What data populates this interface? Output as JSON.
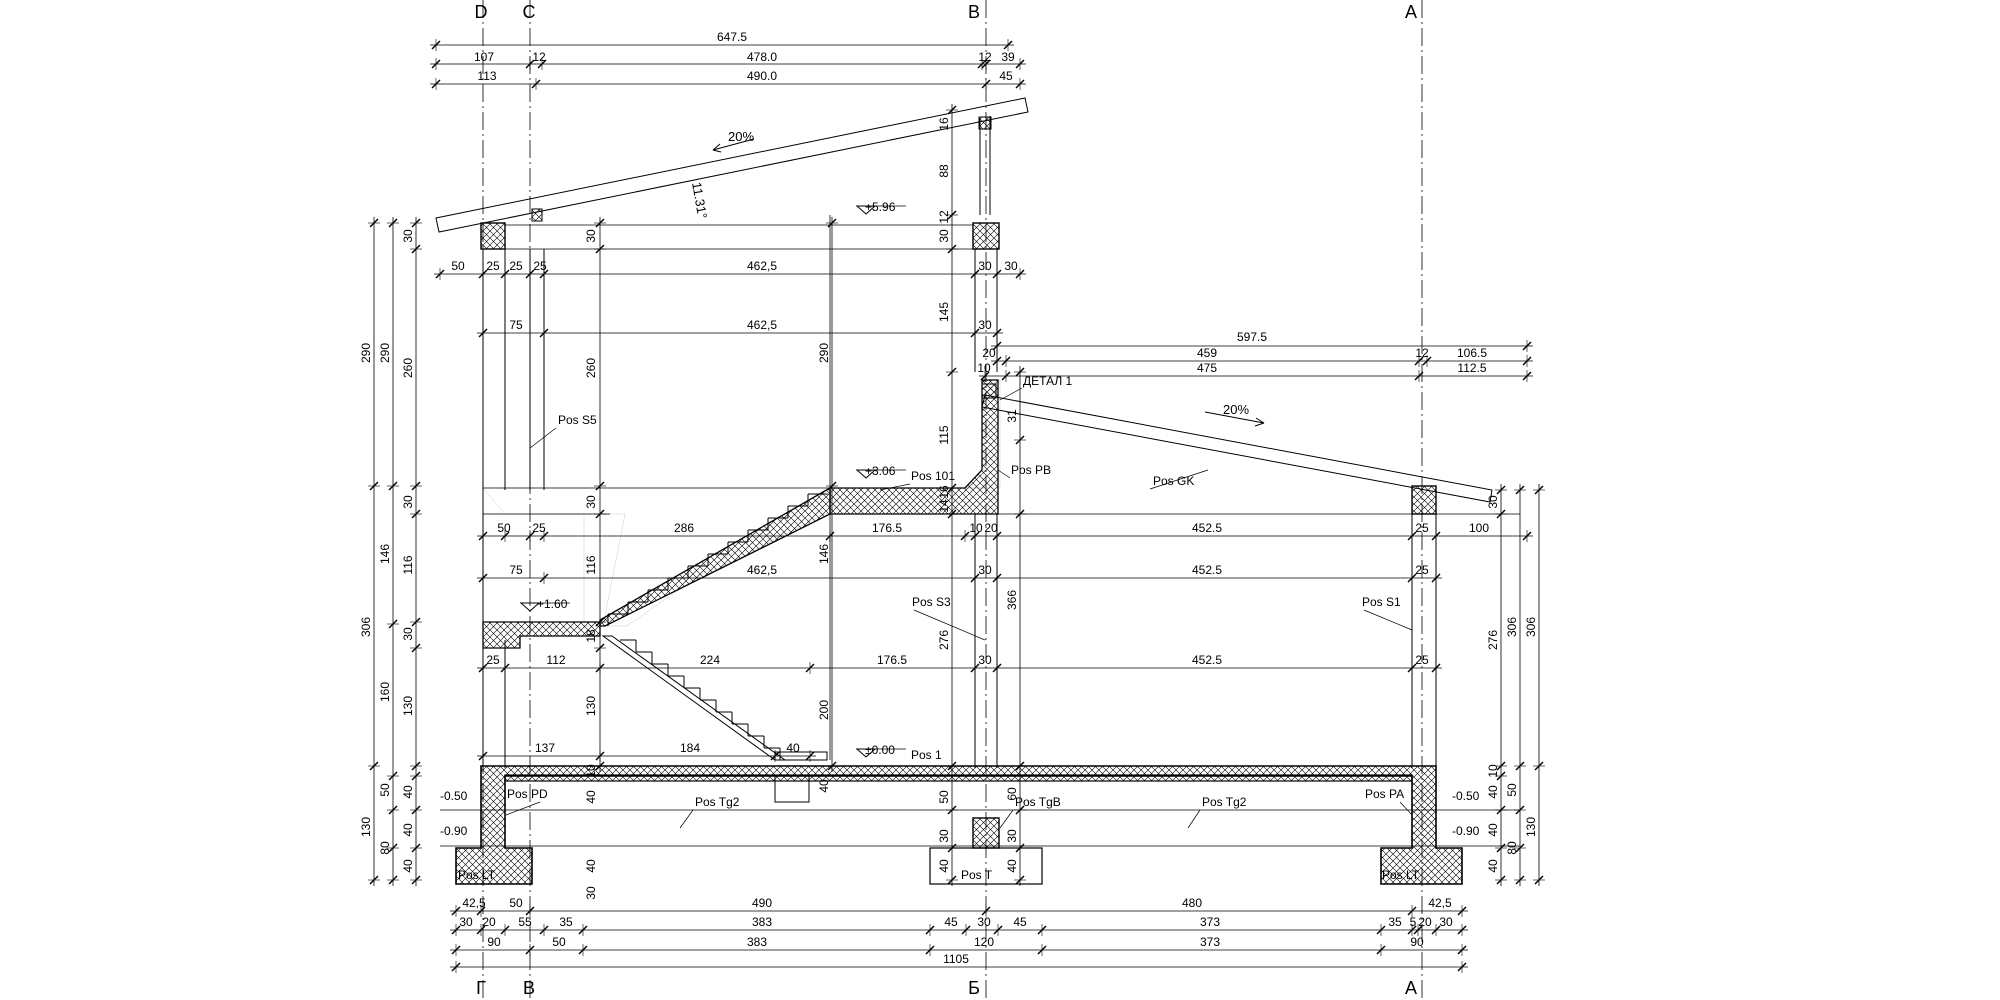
{
  "drawing": {
    "axes_top": [
      "D",
      "C",
      "B",
      "A"
    ],
    "axes_bottom": [
      "Г",
      "В",
      "Б",
      "А"
    ],
    "top_dims": {
      "overall": "647.5",
      "row1": [
        "107",
        "12",
        "478.0",
        "12",
        "39"
      ],
      "row2": [
        "113",
        "490.0",
        "45"
      ]
    },
    "roof": {
      "slope_left": "20%",
      "angle": "11.31°",
      "slope_right": "20%"
    },
    "levels": [
      "+5.96",
      "+3.06",
      "+1.60",
      "±0.00",
      "-0.50",
      "-0.90",
      "-0.50",
      "-0.90"
    ],
    "positions": [
      "Pos S5",
      "Pos 101",
      "Pos PB",
      "ДЕТАЛ 1",
      "Pos GK",
      "Pos S3",
      "Pos S1",
      "Pos 1",
      "Pos PD",
      "Pos Tg2",
      "Pos TgB",
      "Pos Tg2",
      "Pos PA",
      "Pos LT",
      "Pos T",
      "Pos LT"
    ],
    "left_vertical_dims": {
      "outer": [
        "290",
        "306",
        "130"
      ],
      "middle": [
        "290",
        "146",
        "160"
      ],
      "inner": [
        "30",
        "260",
        "30",
        "116",
        "30",
        "130",
        "50",
        "40",
        "40",
        "80",
        "40"
      ]
    },
    "right_vertical_dims": {
      "inner": [
        "276",
        "40",
        "80",
        "40"
      ],
      "middle": [
        "306",
        "50",
        "40"
      ],
      "outer": [
        "306",
        "130"
      ]
    },
    "upper_floor_dims": {
      "row_a": [
        "50",
        "25",
        "25",
        "25",
        "462,5",
        "30",
        "30"
      ],
      "row_b": [
        "75",
        "462,5",
        "30"
      ],
      "right_roof": [
        "597.5",
        "20",
        "459",
        "12",
        "106.5",
        "10",
        "475",
        "112.5"
      ]
    },
    "ground_floor_dims": {
      "row_a": [
        "50",
        "25",
        "286",
        "176.5",
        "10",
        "20",
        "452.5",
        "25",
        "100"
      ],
      "row_b": [
        "75",
        "462,5",
        "30",
        "452.5",
        "25"
      ],
      "row_c": [
        "25",
        "112",
        "224",
        "176.5",
        "30",
        "452.5",
        "25"
      ],
      "row_d": [
        "137",
        "184",
        "40"
      ]
    },
    "interior_vertical_dims": [
      "30",
      "260",
      "30",
      "116",
      "18",
      "130",
      "30",
      "290",
      "146",
      "200",
      "145",
      "115",
      "31",
      "16",
      "14",
      "276",
      "366",
      "88",
      "12",
      "16",
      "30",
      "50",
      "40",
      "30",
      "60",
      "30",
      "40",
      "40",
      "40",
      "10",
      "10",
      "30",
      "40"
    ],
    "foundation_dims": {
      "row1": [
        "42,5",
        "50",
        "490",
        "480",
        "42,5"
      ],
      "row2": [
        "30",
        "20",
        "55",
        "35",
        "383",
        "45",
        "30",
        "45",
        "373",
        "35",
        "5",
        "20",
        "30"
      ],
      "row3": [
        "90",
        "50",
        "383",
        "120",
        "373",
        "90"
      ],
      "total": "1105"
    }
  }
}
